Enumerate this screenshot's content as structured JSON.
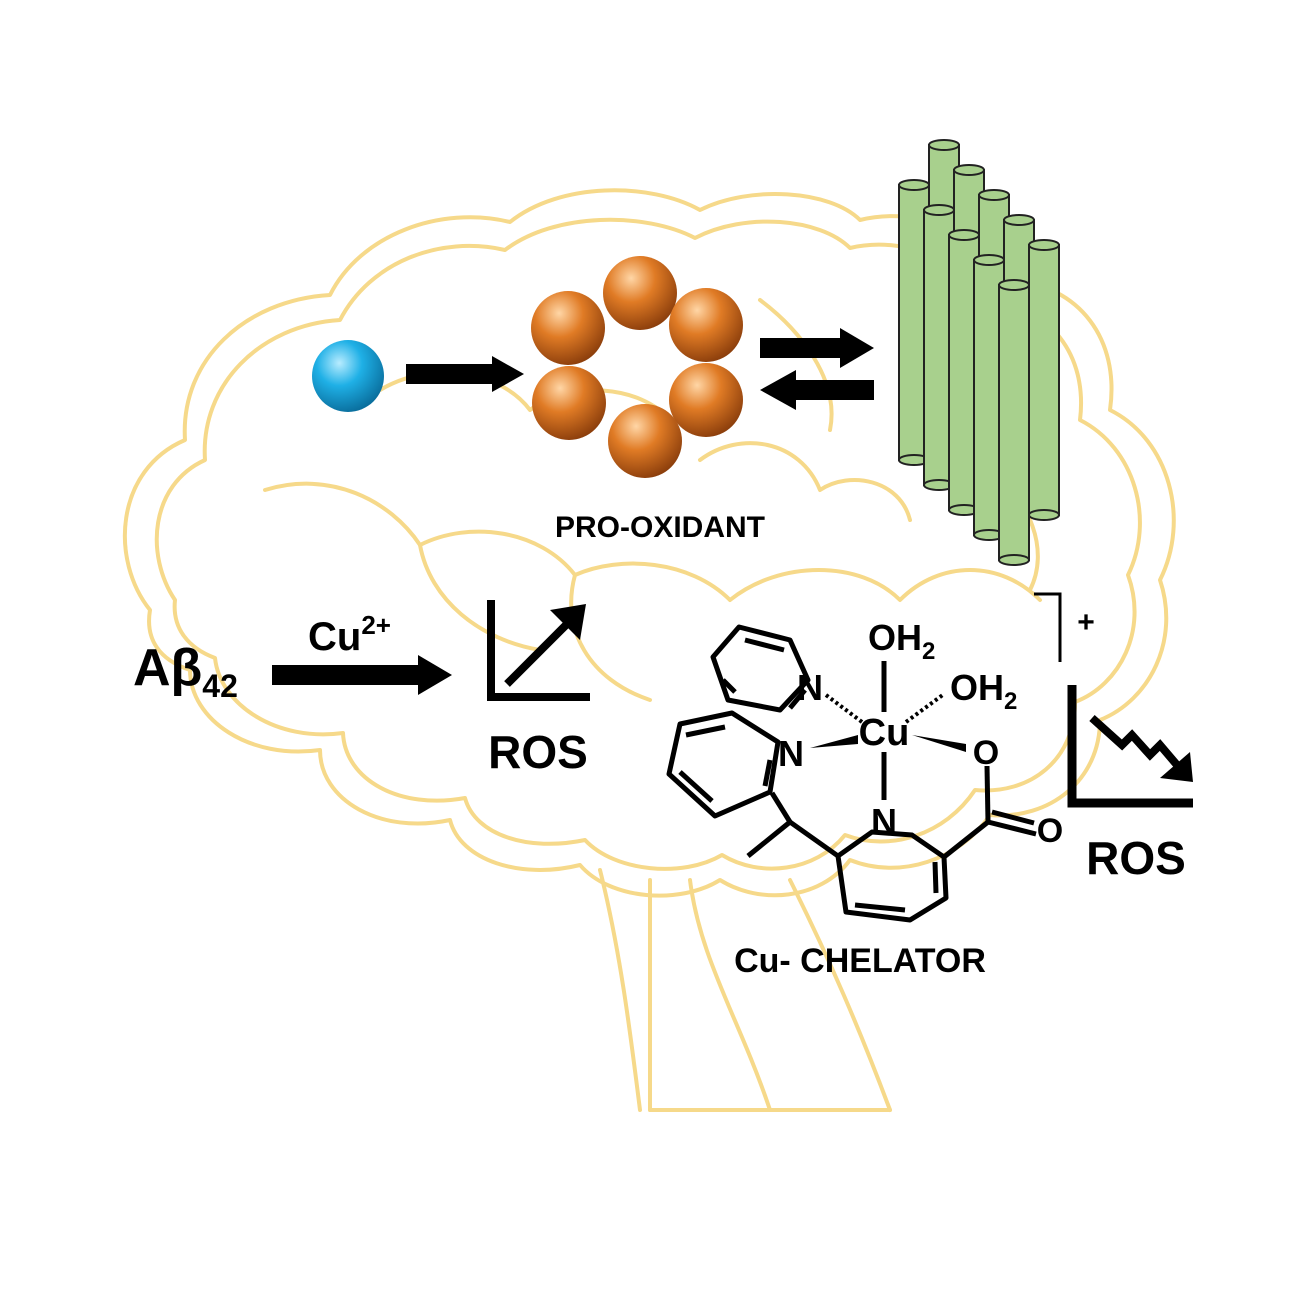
{
  "colors": {
    "brain_outline": "#f6d98a",
    "monomer": "#1fb0e6",
    "oligomer": "#e07b25",
    "fibril": "#a8d08d",
    "ink": "#000000"
  },
  "labels": {
    "pro_oxidant": "PRO-OXIDANT",
    "chelator": "Cu- CHELATOR",
    "abeta_main": "Aβ",
    "abeta_sub": "42",
    "cu_main": "Cu",
    "cu_sup": "2+",
    "ros_left": "ROS",
    "ros_right": "ROS",
    "charge": "+"
  },
  "molecule": {
    "metal": "Cu",
    "water_top_main": "OH",
    "water_top_sub": "2",
    "water_right_main": "OH",
    "water_right_sub": "2",
    "n_top": "N",
    "n_left": "N",
    "n_bottom": "N",
    "o_carboxylate": "O",
    "o_carbonyl": "O"
  }
}
